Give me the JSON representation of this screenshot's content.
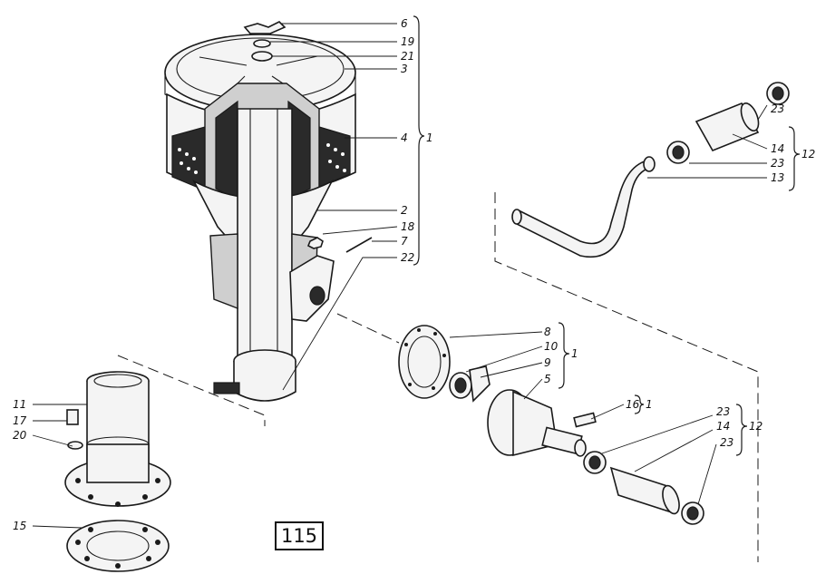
{
  "page_number": "115",
  "callouts": {
    "c6": "6",
    "c19": "19",
    "c21": "21",
    "c3": "3",
    "c4": "4",
    "c4_group": "1",
    "c2": "2",
    "c18": "18",
    "c7": "7",
    "c22": "22",
    "c23a": "23",
    "c14a": "14",
    "c23b": "23",
    "c13": "13",
    "c12_group_top": "12",
    "c8": "8",
    "c10": "10",
    "c9": "9",
    "c5": "5",
    "c1_group_mid": "1",
    "c16": "16",
    "c1_group_16": "1",
    "c23c": "23",
    "c14b": "14",
    "c23d": "23",
    "c12_group_bottom": "12",
    "c11": "11",
    "c17": "17",
    "c20": "20",
    "c15": "15"
  }
}
